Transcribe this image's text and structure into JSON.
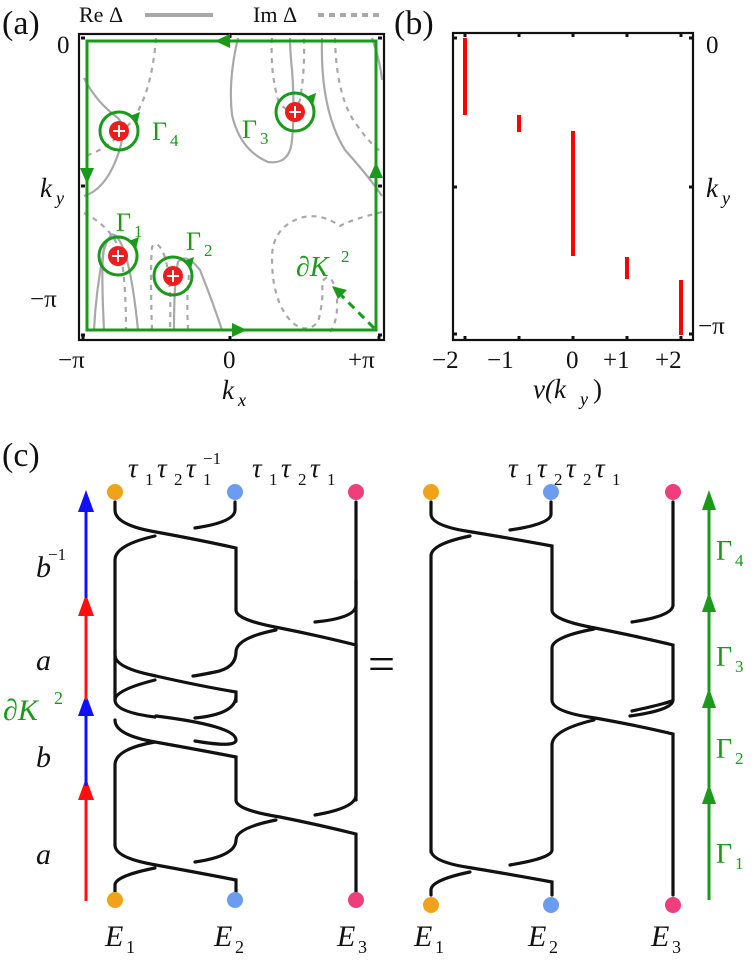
{
  "panels": {
    "a": {
      "label": "(a)",
      "legend": {
        "re_label": "Re Δ",
        "im_label": "Im Δ"
      },
      "x_ticks": [
        "−π",
        "0",
        "+π"
      ],
      "y_ticks": [
        "0",
        "−π"
      ],
      "xlabel": "k",
      "xlabel_sub": "x",
      "ylabel": "k",
      "ylabel_sub": "y",
      "loops": [
        {
          "name": "Γ",
          "sub": "1"
        },
        {
          "name": "Γ",
          "sub": "2"
        },
        {
          "name": "Γ",
          "sub": "3"
        },
        {
          "name": "Γ",
          "sub": "4"
        }
      ],
      "boundary_label": "∂K",
      "boundary_sup": "2",
      "exceptional_point_symbol": "+"
    },
    "b": {
      "label": "(b)",
      "x_ticks": [
        "−2",
        "−1",
        "0",
        "+1",
        "+2"
      ],
      "y_ticks": [
        "0",
        "−π"
      ],
      "xlabel": "v(k",
      "xlabel_sub": "y",
      "xlabel_close": ")",
      "ylabel": "k",
      "ylabel_sub": "y"
    },
    "c": {
      "label": "(c)",
      "left_word": {
        "parts": [
          "τ",
          "1",
          "τ",
          "2",
          "τ",
          "1",
          "−1",
          "τ",
          "1",
          "τ",
          "2",
          "τ",
          "1"
        ]
      },
      "right_word": {
        "parts": [
          "τ",
          "1",
          "τ",
          "2",
          "τ",
          "2",
          "τ",
          "1"
        ]
      },
      "equals": "=",
      "left_arrow_labels": [
        {
          "text": "a"
        },
        {
          "text": "b"
        },
        {
          "text": "a"
        },
        {
          "text": "b",
          "sup": "−1"
        }
      ],
      "left_boundary_label": "∂K",
      "left_boundary_sup": "2",
      "right_arrow_labels": [
        {
          "name": "Γ",
          "sub": "1"
        },
        {
          "name": "Γ",
          "sub": "2"
        },
        {
          "name": "Γ",
          "sub": "3"
        },
        {
          "name": "Γ",
          "sub": "4"
        }
      ],
      "energies": [
        {
          "name": "E",
          "sub": "1",
          "color": "#f0a31a"
        },
        {
          "name": "E",
          "sub": "2",
          "color": "#6b9cf0"
        },
        {
          "name": "E",
          "sub": "3",
          "color": "#ee3e7c"
        }
      ],
      "arrow_colors": {
        "a": "#ff1010",
        "b": "#1010ff",
        "gamma": "#1a9a1a"
      }
    }
  },
  "chart_data": [
    {
      "type": "scatter",
      "title": "(a) Re Δ / Im Δ zero contours in Brillouin zone",
      "xlabel": "k_x",
      "ylabel": "k_y",
      "xlim": [
        -3.1416,
        3.1416
      ],
      "ylim": [
        -3.1416,
        0
      ],
      "legend": [
        "Re Δ (solid gray)",
        "Im Δ (dashed gray)"
      ],
      "points": [
        {
          "label": "Γ4",
          "x": -2.4,
          "y": -0.95
        },
        {
          "label": "Γ3",
          "x": 0.6,
          "y": -0.7
        },
        {
          "label": "Γ1",
          "x": -2.5,
          "y": -2.2
        },
        {
          "label": "Γ2",
          "x": -1.3,
          "y": -2.4
        }
      ]
    },
    {
      "type": "bar",
      "title": "(b) winding number v(k_y)",
      "xlabel": "v(k_y)",
      "ylabel": "k_y",
      "xlim": [
        -2,
        2
      ],
      "ylim": [
        -3.1416,
        0
      ],
      "segments": [
        {
          "v": -2,
          "ky_from": -0.05,
          "ky_to": -0.8
        },
        {
          "v": -1,
          "ky_from": -0.8,
          "ky_to": -0.95
        },
        {
          "v": 0,
          "ky_from": -0.95,
          "ky_to": -2.2
        },
        {
          "v": 1,
          "ky_from": -2.2,
          "ky_to": -2.45
        },
        {
          "v": 2,
          "ky_from": -2.45,
          "ky_to": -3.1
        }
      ]
    }
  ]
}
